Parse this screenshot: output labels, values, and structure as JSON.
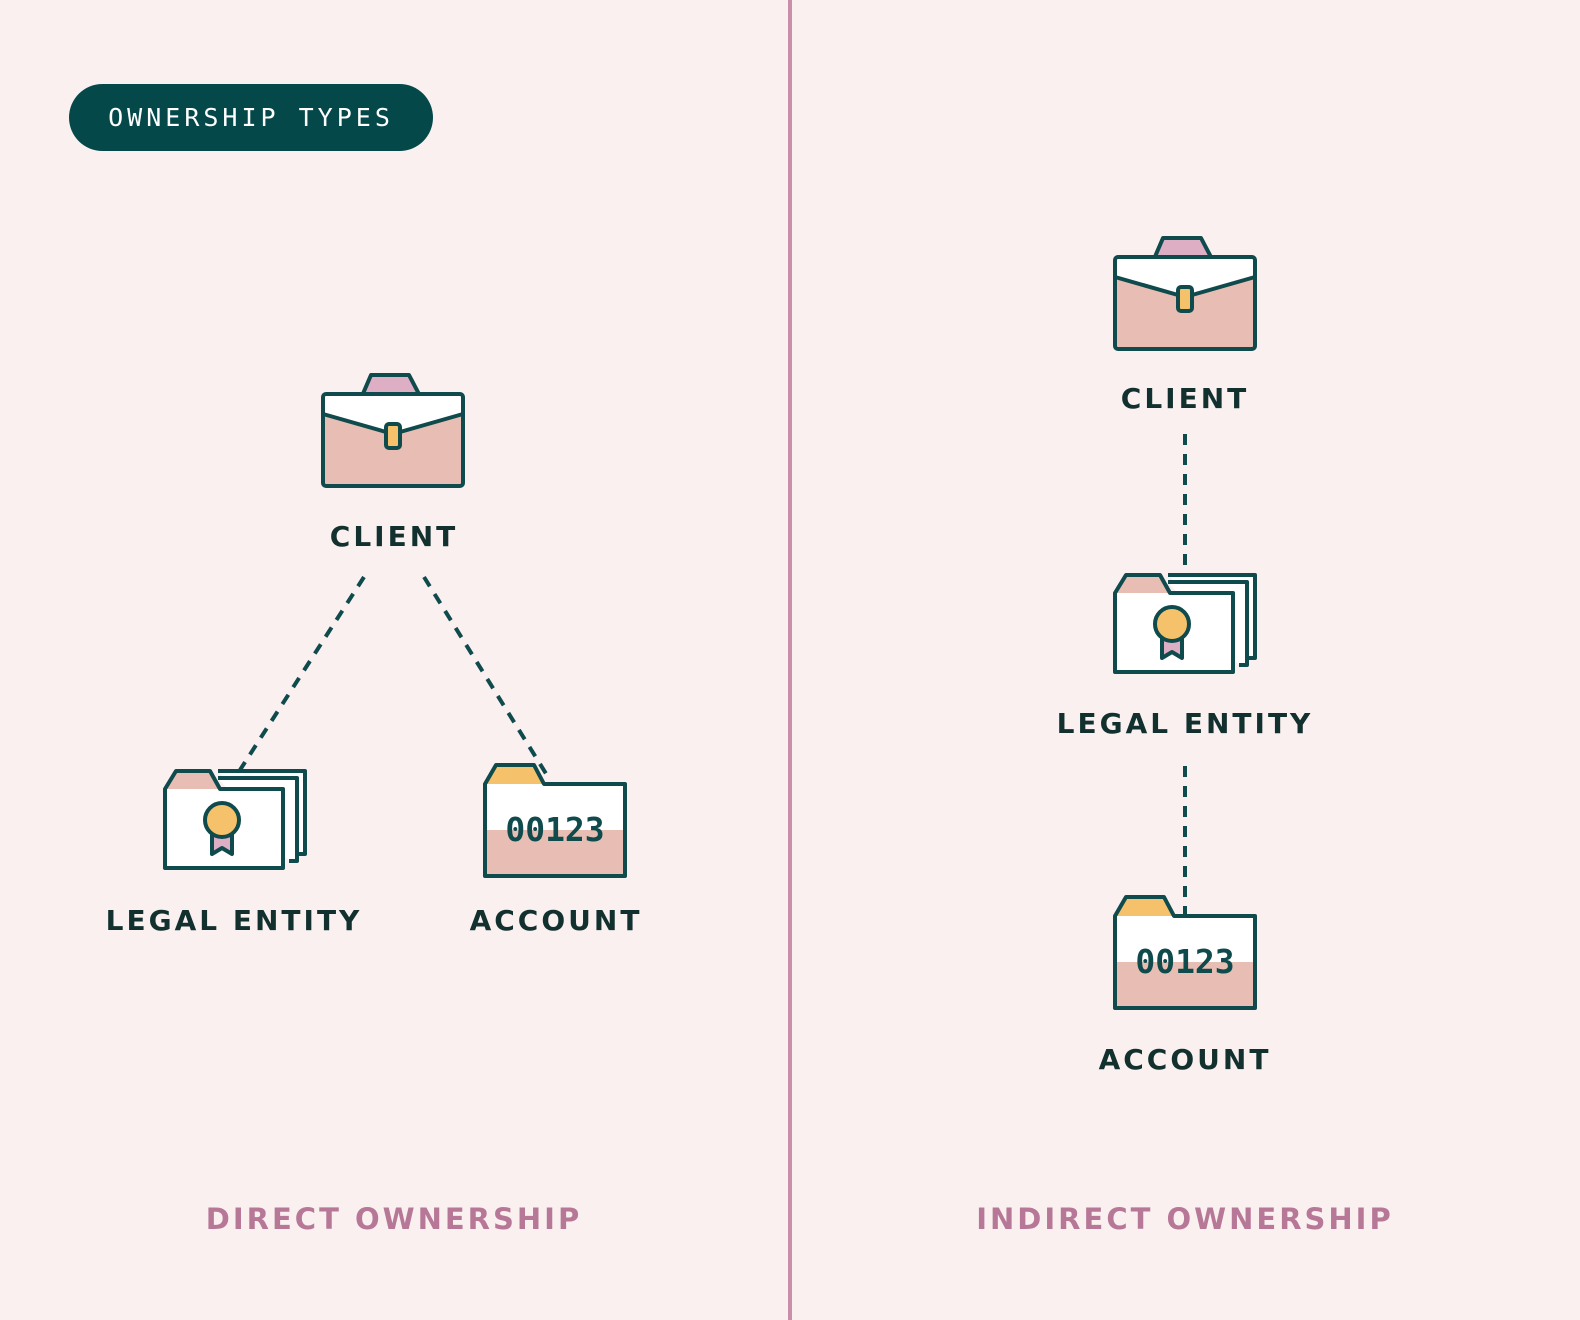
{
  "badge": {
    "label": "OWNERSHIP TYPES"
  },
  "direct": {
    "client_label": "CLIENT",
    "legal_entity_label": "LEGAL ENTITY",
    "account_label": "ACCOUNT",
    "account_number": "00123",
    "section_label": "DIRECT OWNERSHIP"
  },
  "indirect": {
    "client_label": "CLIENT",
    "legal_entity_label": "LEGAL ENTITY",
    "account_label": "ACCOUNT",
    "account_number": "00123",
    "section_label": "INDIRECT OWNERSHIP"
  },
  "colors": {
    "dark_teal": "#04484a",
    "outline": "#0f4a4c",
    "pink_fill": "#e8bdb3",
    "mauve_fill": "#ddaec4",
    "gold_fill": "#f5c26b",
    "section_text": "#b77897",
    "divider": "#c98ea9",
    "background": "#f9f0ef"
  },
  "icons": {
    "client": "briefcase-icon",
    "legal_entity": "certificate-folder-icon",
    "account": "account-folder-icon"
  }
}
